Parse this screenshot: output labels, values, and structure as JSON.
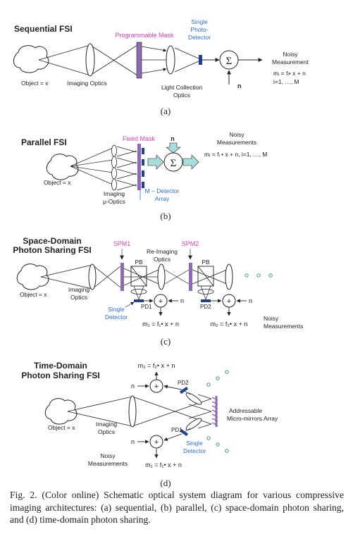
{
  "colors": {
    "mask": "#8c6bb1",
    "detector": "#1f3f8f",
    "magenta": "#d13fb5",
    "blue": "#2a6bd6",
    "arrow_fill": "#a9dcdc",
    "ink": "#222222"
  },
  "panel_a": {
    "title": "Sequential FSI",
    "mask_label": "Programmable Mask",
    "detector_label": [
      "Single",
      "Photo-",
      "Detector"
    ],
    "sum_symbol": "Σ",
    "noise_label": "n",
    "object_label": "Object = x",
    "optics_label": "Imaging Optics",
    "collection_label": [
      "Light Collection",
      "Optics"
    ],
    "measurement_label": [
      "Noisy",
      "Measurement"
    ],
    "equation": "mᵢ = fᵢ• x + n",
    "index_range": "i=1, …, M",
    "tag": "(a)"
  },
  "panel_b": {
    "title": "Parallel FSI",
    "mask_label": "Fixed Mask",
    "noise_label": "n",
    "sum_symbol": "Σ",
    "measurement_label": [
      "Noisy",
      "Measurements"
    ],
    "equation": "mᵢ = fᵢ • x + n, i=1, …, M",
    "object_label": "Object = x",
    "optics_label": [
      "Imaging",
      "μ-Optics"
    ],
    "detector_label": [
      "M – Detector",
      "Array"
    ],
    "tag": "(b)"
  },
  "panel_c": {
    "title": [
      "Space-Domain",
      "Photon Sharing FSI"
    ],
    "spm1": "SPM1",
    "spm2": "SPM2",
    "reimaging": [
      "Re-Imaging",
      "Optics"
    ],
    "pb": "PB",
    "object_label": "Object = x",
    "optics_label": [
      "Imaging",
      "Optics"
    ],
    "pd1": "PD1",
    "pd2": "PD2",
    "detector_label": [
      "Single",
      "Detector"
    ],
    "plus": "+",
    "noise_label": "n",
    "eq1": "m₁ = f₁• x + n",
    "eq2": "m₂ = f₂• x + n",
    "measurement_label": [
      "Noisy",
      "Measurements"
    ],
    "tag": "(c)"
  },
  "panel_d": {
    "title": [
      "Time-Domain",
      "Photon Sharing FSI"
    ],
    "eq2": "m₂ = f₂• x + n",
    "eq1": "m₁ = f₁• x + n",
    "noise_label": "n",
    "plus": "+",
    "pd1": "PD1",
    "pd2": "PD2",
    "dmd_label": [
      "Addressable",
      "Micro-mirrors Array"
    ],
    "object_label": "Object = x",
    "optics_label": [
      "Imaging",
      "Optics"
    ],
    "detector_label": [
      "Single",
      "Detector"
    ],
    "measurement_label": [
      "Noisy",
      "Measurements"
    ],
    "tag": "(d)"
  },
  "caption": "Fig. 2.   (Color online) Schematic optical system diagram for various compressive imaging architectures: (a) sequential, (b) parallel, (c) space-domain photon sharing, and (d) time-domain photon sharing."
}
